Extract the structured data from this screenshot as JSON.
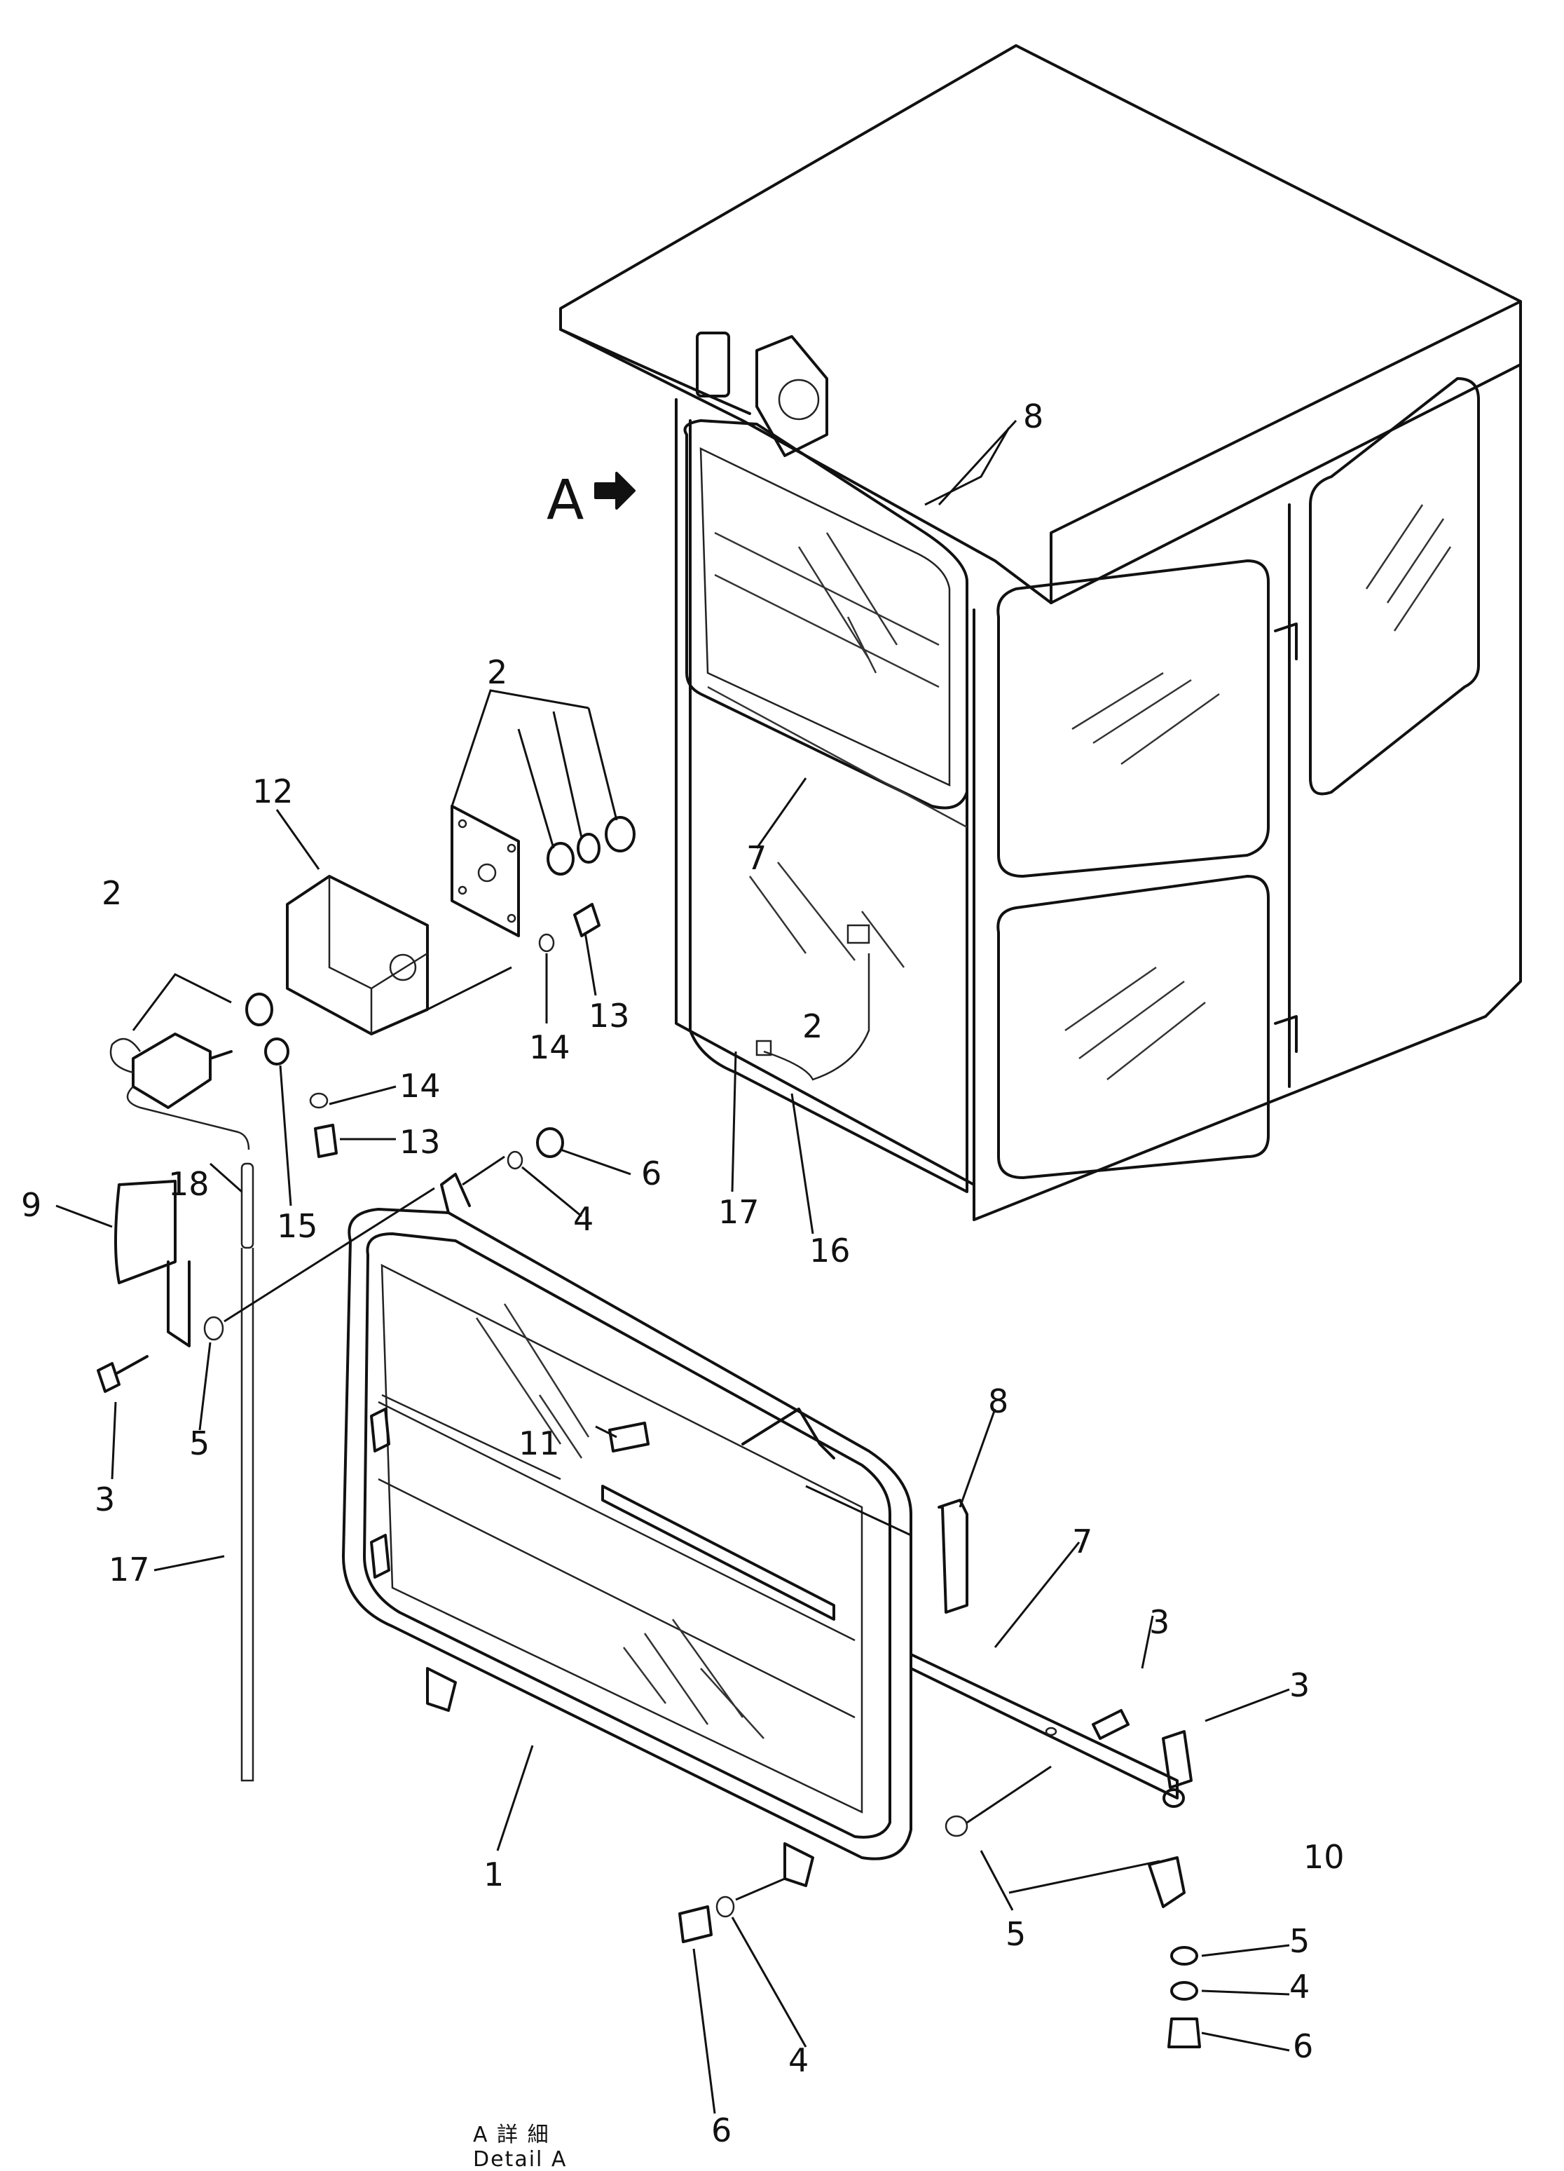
{
  "view": {
    "detail_marker": "A"
  },
  "caption": {
    "jp": "A 詳 細",
    "en": "Detail A"
  },
  "callouts": [
    "1",
    "2",
    "2",
    "2",
    "3",
    "3",
    "3",
    "4",
    "4",
    "4",
    "5",
    "5",
    "5",
    "6",
    "6",
    "6",
    "7",
    "7",
    "8",
    "8",
    "9",
    "10",
    "11",
    "12",
    "13",
    "13",
    "14",
    "14",
    "15",
    "16",
    "17",
    "17",
    "18"
  ]
}
